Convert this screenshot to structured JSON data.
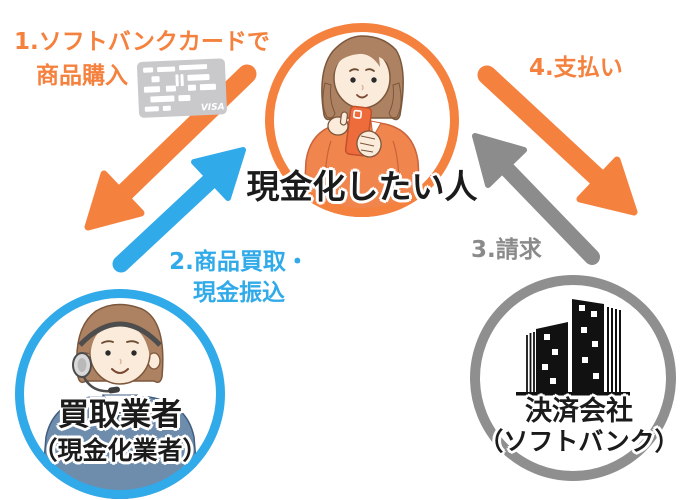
{
  "colors": {
    "orange": "#F5813F",
    "blue": "#31AAE9",
    "arrowgray": "#8C8C8C",
    "ringgray": "#8F8F8F",
    "labelgray": "#8A8A8A",
    "ink": "#1B1B1B"
  },
  "nodes": {
    "person": {
      "label": "現金化したい人"
    },
    "buyer": {
      "label": "買取業者",
      "sublabel": "（現金化業者）"
    },
    "settlement": {
      "label": "決済会社",
      "sublabel": "（ソフトバンク）"
    }
  },
  "steps": {
    "step1": {
      "line1": "1.ソフトバンクカードで",
      "line2": "商品購入"
    },
    "step2": {
      "line1": "2.商品買取・",
      "line2": "現金振込"
    },
    "step3": {
      "label": "3.請求"
    },
    "step4": {
      "label": "4.支払い"
    }
  },
  "icons": {
    "card_brand": "VISA"
  }
}
